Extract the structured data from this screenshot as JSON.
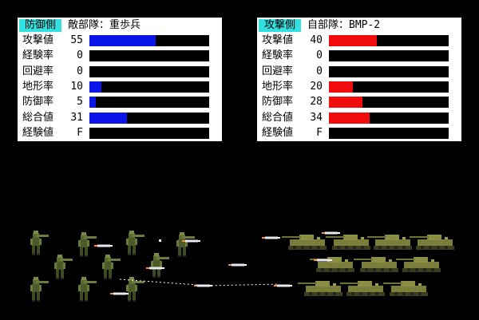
{
  "defense": {
    "tag": "防御側",
    "unit": "敵部隊：重歩兵",
    "rows": [
      {
        "label": "攻撃値",
        "value": "55",
        "level": 0.55
      },
      {
        "label": "経験率",
        "value": "0",
        "level": 0
      },
      {
        "label": "回避率",
        "value": "0",
        "level": 0
      },
      {
        "label": "地形率",
        "value": "10",
        "level": 0.1
      },
      {
        "label": "防御率",
        "value": "5",
        "level": 0.05
      },
      {
        "label": "総合値",
        "value": "31",
        "level": 0.31
      },
      {
        "label": "経験値",
        "value": "F",
        "level": 0
      }
    ]
  },
  "attack": {
    "tag": "攻撃側",
    "unit": "自部隊：BMP-2",
    "rows": [
      {
        "label": "攻撃値",
        "value": "40",
        "level": 0.4
      },
      {
        "label": "経験率",
        "value": "0",
        "level": 0
      },
      {
        "label": "回避率",
        "value": "0",
        "level": 0
      },
      {
        "label": "地形率",
        "value": "20",
        "level": 0.2
      },
      {
        "label": "防御率",
        "value": "28",
        "level": 0.28
      },
      {
        "label": "総合値",
        "value": "34",
        "level": 0.34
      },
      {
        "label": "経験値",
        "value": "F",
        "level": 0
      }
    ]
  },
  "colors": {
    "tag_bg": "#33e0e0",
    "defense_bar": "#0a14e6",
    "attack_bar": "#f00c0c",
    "background": "#000000"
  },
  "scene": {
    "left_units": "infantry-soldier-icon",
    "right_units": "tank-icon",
    "projectile": "missile-icon"
  }
}
